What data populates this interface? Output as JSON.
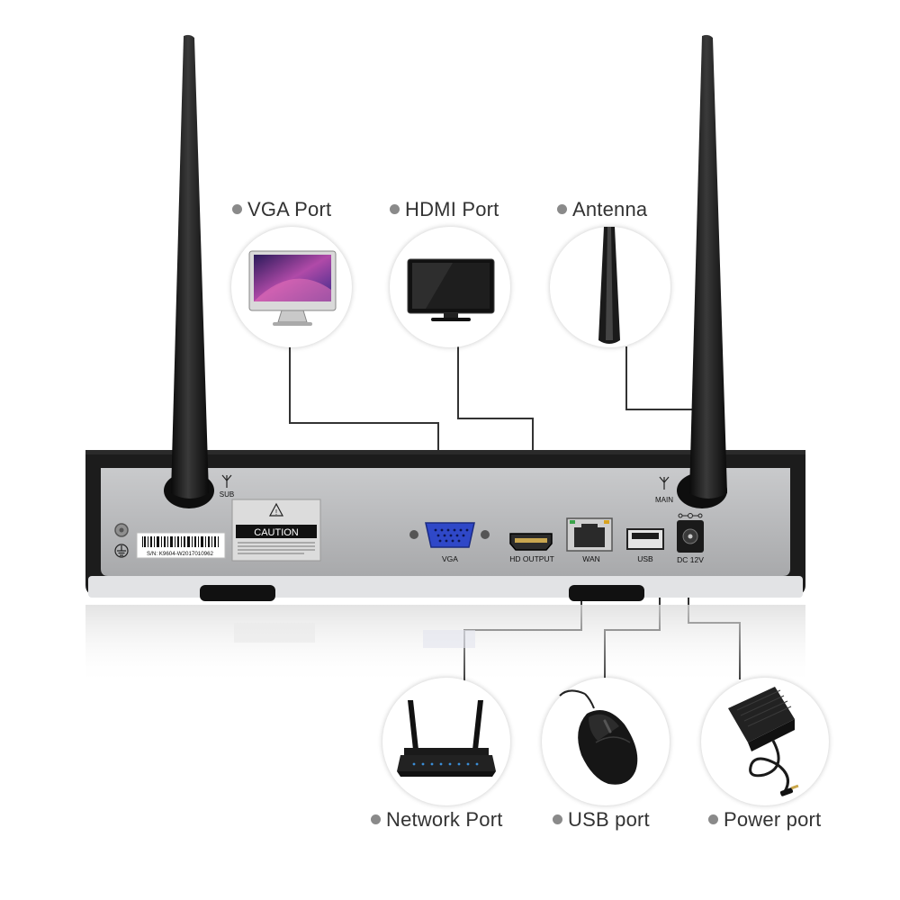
{
  "callouts": {
    "vga": "VGA Port",
    "hdmi": "HDMI Port",
    "antenna": "Antenna",
    "network": "Network Port",
    "usb": "USB port",
    "power": "Power port"
  },
  "device": {
    "sub_label": "SUB",
    "main_label": "MAIN",
    "caution_label": "CAUTION",
    "serial": "S/N: K9604-W2017010962",
    "ports": {
      "vga": "VGA",
      "hd_output": "HD OUTPUT",
      "wan": "WAN",
      "usb": "USB",
      "dc": "DC 12V"
    }
  },
  "icons": {
    "monitor": "monitor-icon",
    "tv": "tv-icon",
    "antenna": "antenna-icon",
    "router": "router-icon",
    "mouse": "mouse-icon",
    "power_adapter": "power-adapter-icon"
  },
  "colors": {
    "chassis_frame": "#1c1c1c",
    "panel": "#b9babc",
    "vga_connector": "#2f48c8",
    "connector_line": "#333333",
    "dot": "#8a8a8a"
  }
}
